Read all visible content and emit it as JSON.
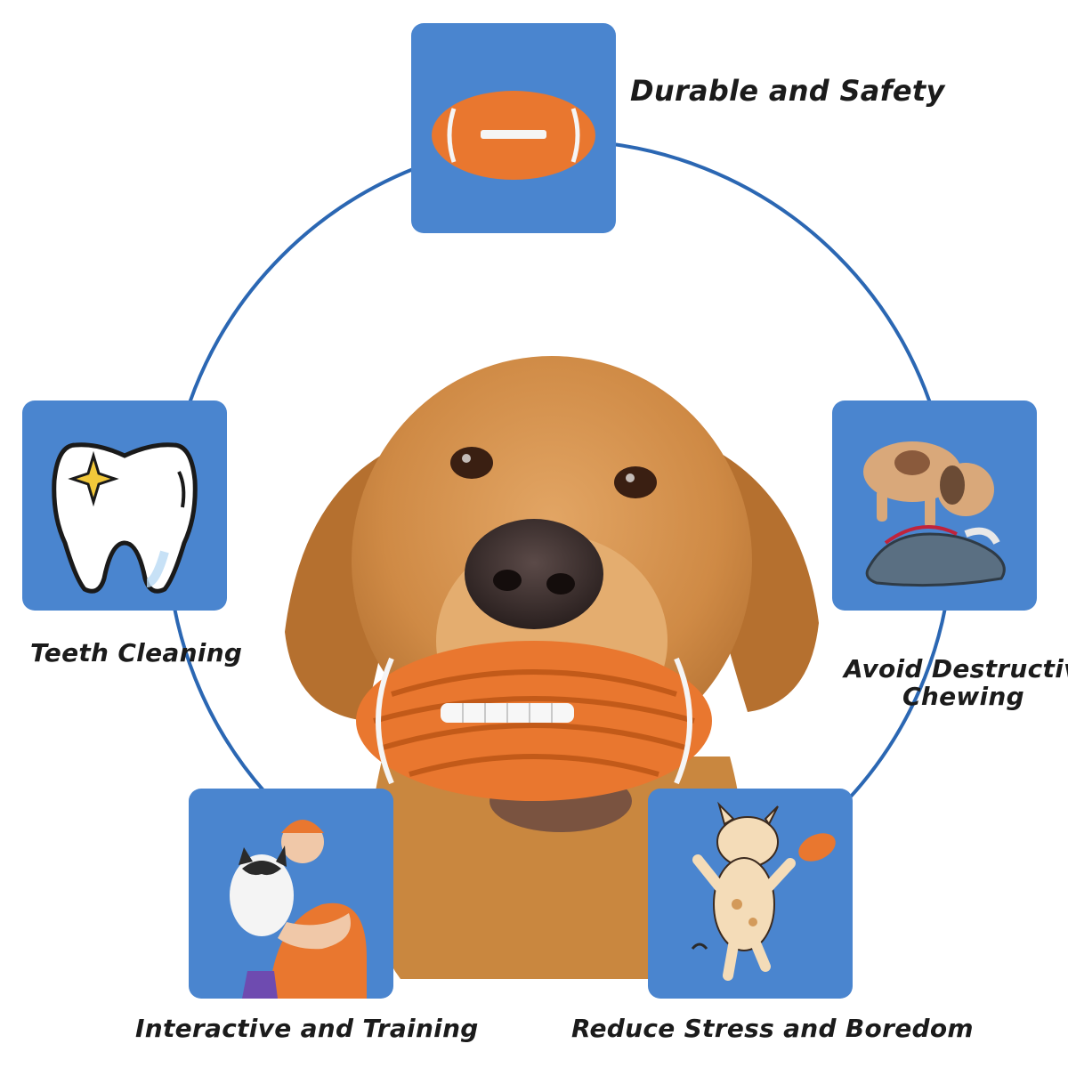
{
  "features": {
    "durable": {
      "label": "Durable and Safety",
      "icon": "football-icon"
    },
    "teeth": {
      "label": "Teeth Cleaning",
      "icon": "tooth-icon"
    },
    "chewing": {
      "label_line1": "Avoid Destructive",
      "label_line2": "Chewing",
      "icon": "puppy-chewing-shoe-icon"
    },
    "interactive": {
      "label": "Interactive and Training",
      "icon": "person-hugging-cat-icon"
    },
    "stress": {
      "label": "Reduce Stress and Boredom",
      "icon": "dancing-dog-icon"
    }
  },
  "colors": {
    "tile": "#4a85cf",
    "ring": "#2b67b3",
    "toy_orange": "#e9772f",
    "text": "#1b1b1b"
  },
  "center_image": "golden-retriever-with-football-toy"
}
